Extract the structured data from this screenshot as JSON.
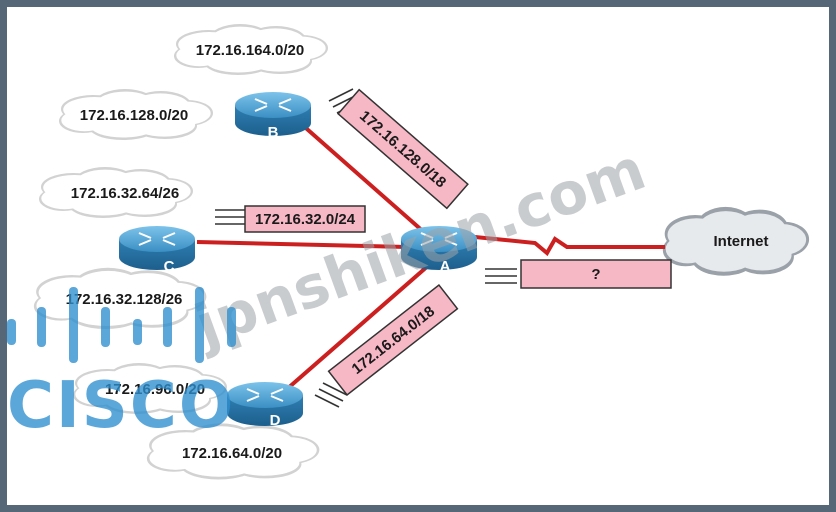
{
  "routers": {
    "a": {
      "label": "A"
    },
    "b": {
      "label": "B"
    },
    "c": {
      "label": "C"
    },
    "d": {
      "label": "D"
    }
  },
  "networks": {
    "b_top": "172.16.164.0/20",
    "b_left": "172.16.128.0/20",
    "c_top": "172.16.32.64/26",
    "c_bottom": "172.16.32.128/26",
    "d_left": "172.16.96.0/20",
    "d_bottom": "172.16.64.0/20",
    "internet": "Internet"
  },
  "summaries": {
    "b_to_a": "172.16.128.0/18",
    "c_to_a": "172.16.32.0/24",
    "d_to_a": "172.16.64.0/18",
    "a_to_internet": "?"
  },
  "watermark": {
    "text": "jpnshiken.com"
  },
  "logo": {
    "word": "CISCO"
  },
  "colors": {
    "link": "#cc1f1f",
    "label_fill": "#f7b8c6",
    "router_fill": "#3b8fc4",
    "cisco_blue": "#2f8fd0"
  }
}
